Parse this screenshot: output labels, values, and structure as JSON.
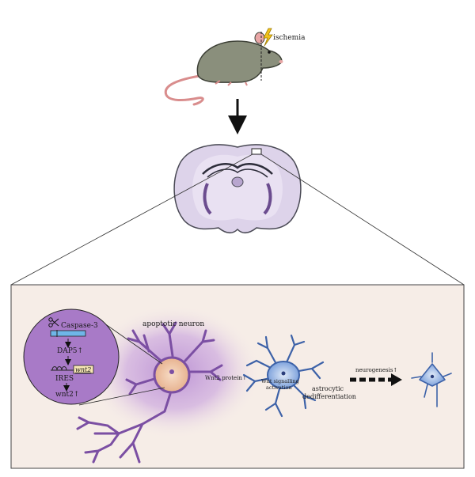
{
  "labels": {
    "ischemia": "ischemia",
    "apoptotic_neuron": "apoptotic neuron",
    "caspase": "Caspase-3",
    "dap5": "DAP5↑",
    "ires": "IRES",
    "wnt2_gene": "wnt2",
    "wnt2_level": "wnt2↑",
    "wnt2_protein": "Wnt2 protein↑",
    "wnt_signalling_1": "Wnt signalling",
    "wnt_signalling_2": "activation",
    "astro_1": "astrocytic",
    "astro_2": "dedifferentiation",
    "neurogenesis": "neurogenesis↑"
  },
  "colors": {
    "mouse_body": "#8a8f7c",
    "mouse_pink": "#e9a6a6",
    "brain_fill": "#ddd3ea",
    "brain_outline": "#4a4a55",
    "panel_bg": "#f6ede7",
    "neuron_purple": "#7b4fa3",
    "glow_purple": "#b98fd3",
    "inset_purple": "#a87ac7",
    "astrocyte_blue": "#5b83c9",
    "nucleus_orange": "#f1c7a6"
  }
}
